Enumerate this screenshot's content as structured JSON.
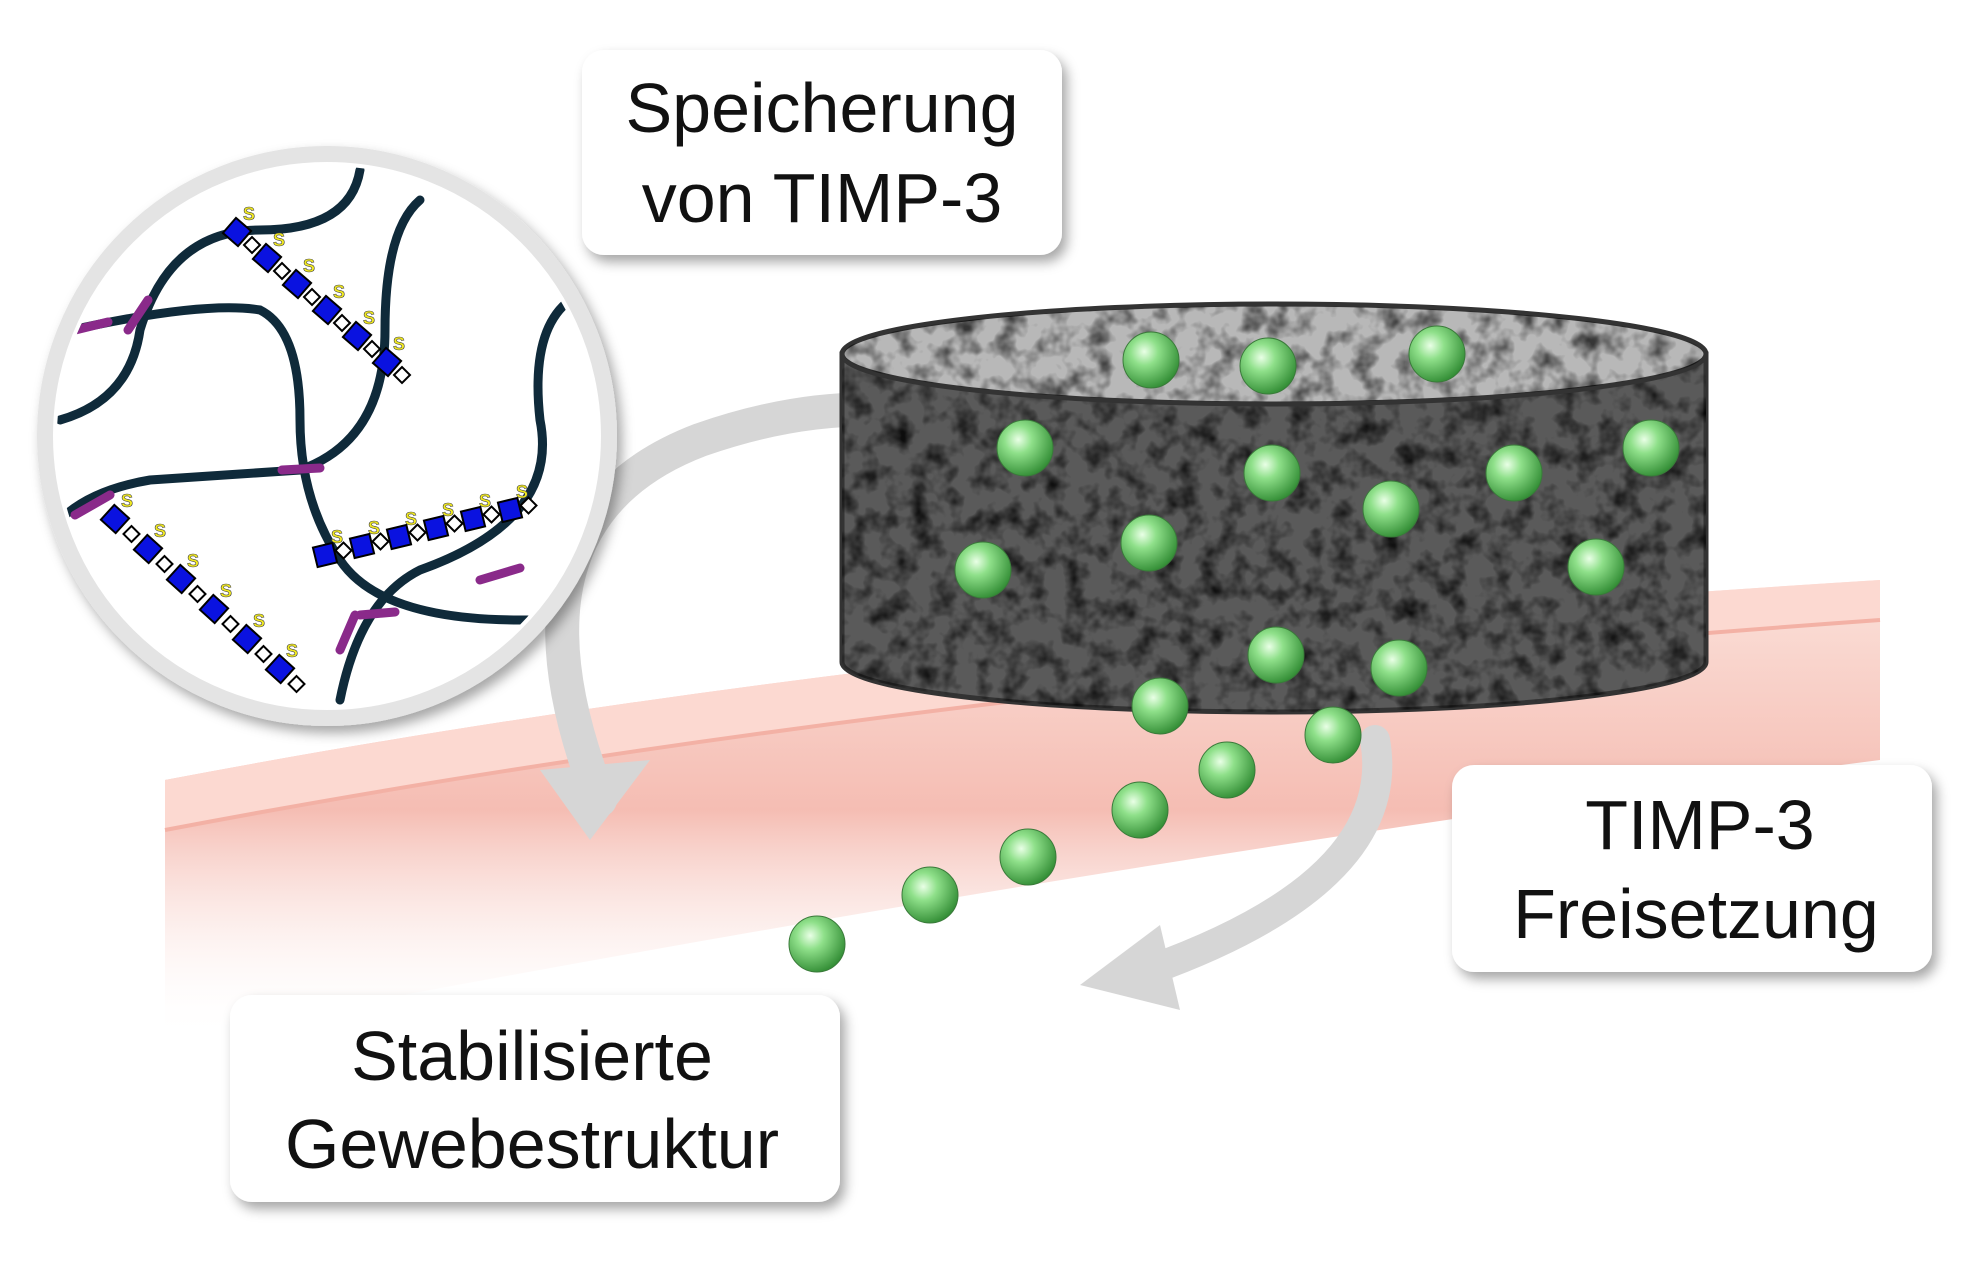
{
  "labels": {
    "storage": [
      "Speicherung",
      "von TIMP-3"
    ],
    "release": [
      "TIMP-3",
      "Freisetzung"
    ],
    "tissue": [
      "Stabilisierte",
      "Gewebestruktur"
    ]
  },
  "inset": {
    "sulfate_symbol": "S"
  },
  "colors": {
    "tissue": "#f6c9c0",
    "sphere": "#7fd67f",
    "chain": "#0f2a3a",
    "crosslink": "#8a2a8a",
    "monomer": "#0a12e0",
    "sulfate": "#f2ea20",
    "arrow": "#d8d8d8"
  }
}
